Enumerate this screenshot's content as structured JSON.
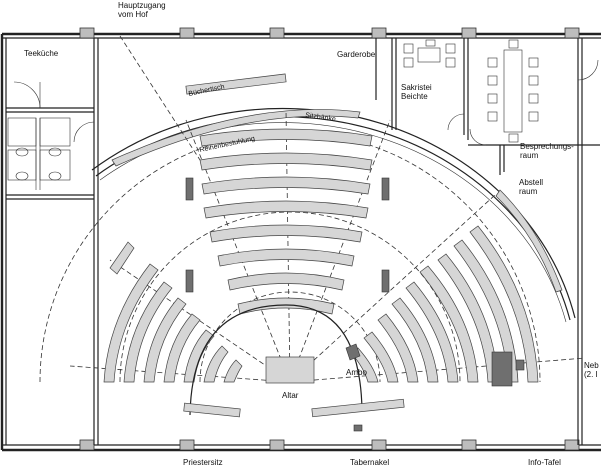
{
  "labels": {
    "hauptzugang": [
      "Hauptzugang",
      "vom Hof"
    ],
    "teekueche": "Teeküche",
    "garderobe": "Garderobe",
    "sakristei": [
      "Sakristei",
      "Beichte"
    ],
    "besprechung": [
      "Besprechungs-",
      "raum"
    ],
    "abstell": [
      "Abstell",
      "raum"
    ],
    "buecherti": "Büchertisch",
    "sitzbaenke": "Sitzbänke",
    "reihenbestuhlung": "Reihenbestuhlung",
    "altar": "Altar",
    "ambo": "Ambo",
    "neben": [
      "Neb",
      "(2. I"
    ],
    "priestersitz": "Priestersitz",
    "tabernakel": "Tabernakel",
    "infotafel": "Info-Tafel"
  }
}
